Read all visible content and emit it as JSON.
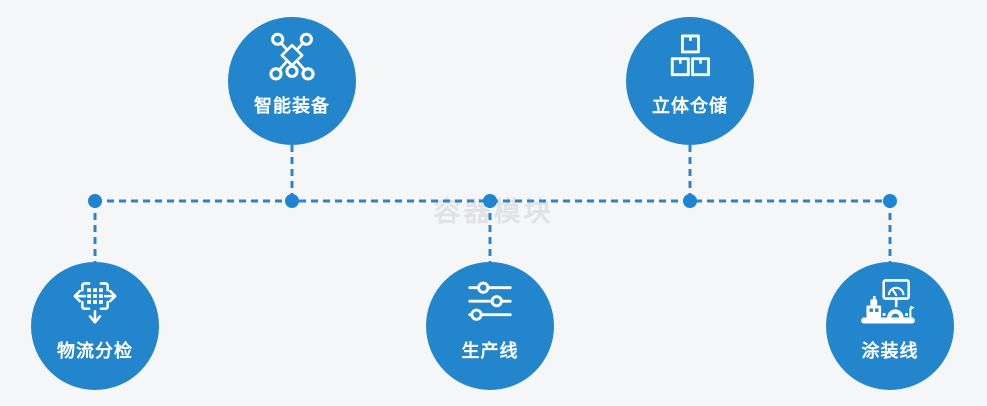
{
  "diagram": {
    "watermark": "容器模块",
    "colors": {
      "background": "#f5f6f7",
      "node_fill": "#2385cb",
      "connector_line": "#2a85cc",
      "junction_dot": "#1f84d2",
      "label_text": "#ffffff",
      "watermark_text": "#e0e2e5"
    },
    "nodes": [
      {
        "id": "smart-equipment",
        "label": "智能装备",
        "icon": "network-nodes-icon",
        "position": "top-left"
      },
      {
        "id": "stereoscopic-warehouse",
        "label": "立体仓储",
        "icon": "stacked-boxes-icon",
        "position": "top-right"
      },
      {
        "id": "logistics-sorting",
        "label": "物流分检",
        "icon": "sorting-frame-arrows-icon",
        "position": "bottom-left"
      },
      {
        "id": "production-line",
        "label": "生产线",
        "icon": "sliders-icon",
        "position": "bottom-center"
      },
      {
        "id": "painting-line",
        "label": "涂装线",
        "icon": "control-console-icon",
        "position": "bottom-right"
      }
    ]
  }
}
